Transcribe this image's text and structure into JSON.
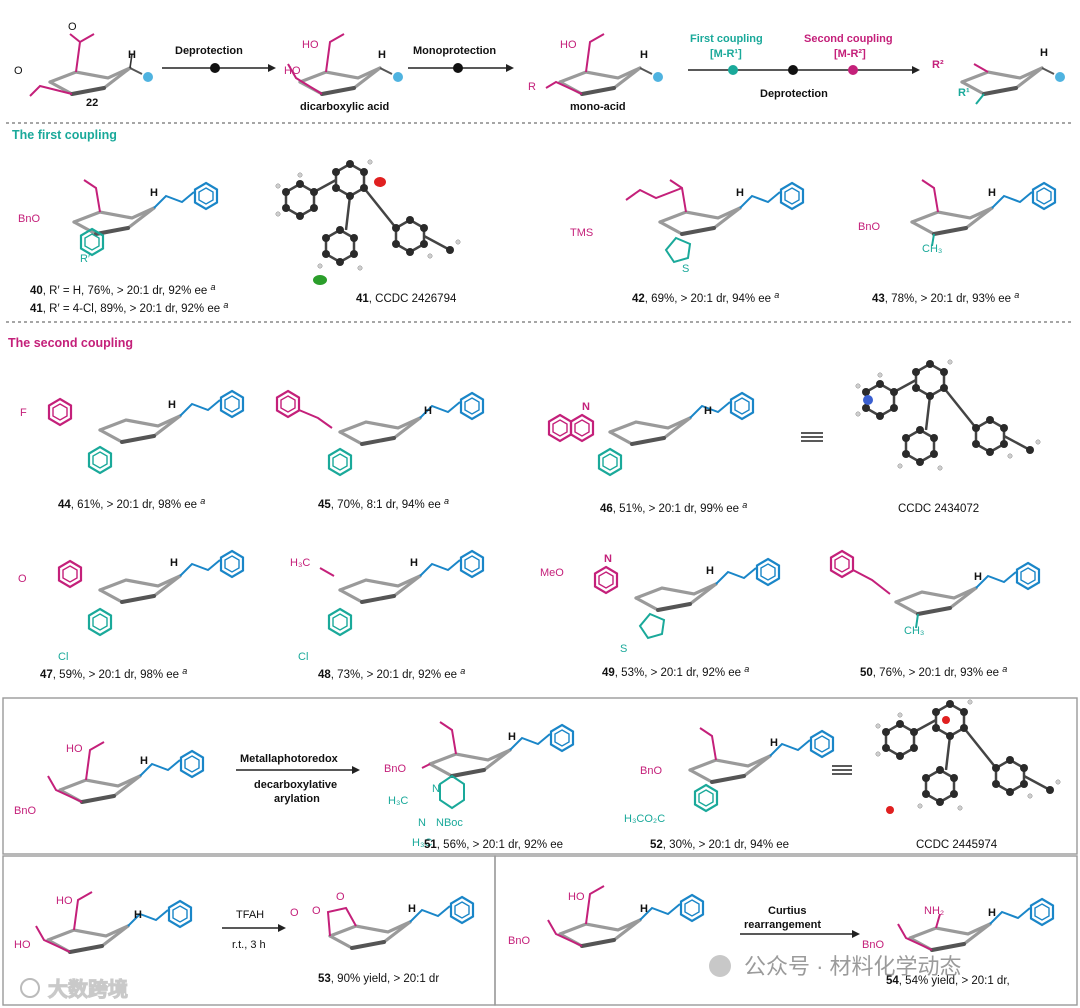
{
  "header": {
    "compound_22": "22",
    "step1": "Deprotection",
    "intermediate1": "dicarboxylic acid",
    "step2": "Monoprotection",
    "intermediate2": "mono-acid",
    "first_coupling": "First coupling",
    "first_reagent": "[M-R¹]",
    "second_coupling": "Second coupling",
    "second_reagent": "[M-R²]",
    "step3": "Deprotection",
    "r_prefix": "R",
    "r1": "R¹",
    "r2": "R²"
  },
  "sections": {
    "first": "The first coupling",
    "second": "The second coupling"
  },
  "first_coupling": {
    "c40": {
      "num": "40",
      "text": ", R′ = H, 76%, > 20:1 dr, 92% ee "
    },
    "c41": {
      "num": "41",
      "text": ", R′ = 4-Cl, 89%, > 20:1 dr, 92% ee "
    },
    "x41": {
      "num": "41",
      "text": ", CCDC 2426794"
    },
    "c42": {
      "num": "42",
      "text": ", 69%, > 20:1 dr, 94% ee "
    },
    "c43": {
      "num": "43",
      "text": ", 78%, > 20:1 dr, 93% ee "
    }
  },
  "second_coupling": {
    "c44": {
      "num": "44",
      "text": ", 61%, > 20:1 dr, 98% ee "
    },
    "c45": {
      "num": "45",
      "text": ", 70%, 8:1 dr, 94% ee "
    },
    "c46": {
      "num": "46",
      "text": ", 51%, > 20:1 dr, 99% ee "
    },
    "x46": "CCDC 2434072",
    "c47": {
      "num": "47",
      "text": ", 59%, > 20:1 dr, 98% ee "
    },
    "c48": {
      "num": "48",
      "text": ", 73%, > 20:1 dr, 92% ee "
    },
    "c49": {
      "num": "49",
      "text": ", 53%, > 20:1 dr, 92% ee "
    },
    "c50": {
      "num": "50",
      "text": ", 76%, > 20:1 dr, 93% ee "
    }
  },
  "footnote_mark": "a",
  "photoredox": {
    "step_top": "Metallaphotoredox",
    "step_bottom_1": "decarboxylative",
    "step_bottom_2": "arylation",
    "c51": {
      "num": "51",
      "text": ", 56%, > 20:1 dr, 92% ee"
    },
    "c52": {
      "num": "52",
      "text": ", 30%, > 20:1 dr, 94% ee"
    },
    "x52": "CCDC 2445974"
  },
  "bottom": {
    "reagent": "TFAH",
    "conditions": "r.t., 3 h",
    "c53": {
      "num": "53",
      "text": ", 90% yield, > 20:1 dr"
    },
    "curtius_1": "Curtius",
    "curtius_2": "rearrangement",
    "c54": {
      "num": "54",
      "text": ", 54% yield, > 20:1 dr,"
    }
  },
  "atoms": {
    "H": "H",
    "HO": "HO",
    "O": "O",
    "BnO": "BnO",
    "TMS": "TMS",
    "S": "S",
    "CH3": "CH₃",
    "F": "F",
    "N": "N",
    "Cl": "Cl",
    "MeO": "MeO",
    "H3C": "H₃C",
    "NBoc": "NBoc",
    "H3CO2C": "H₃CO₂C",
    "NH2": "NH₂",
    "Rprime": "R′"
  },
  "watermark": {
    "left": "大数跨境",
    "right": "公众号 · 材料化学动态"
  },
  "colors": {
    "magenta": "#c4207a",
    "teal": "#1aa99a",
    "blue": "#1a86c8",
    "gray_ring": "#9a9a9a"
  }
}
